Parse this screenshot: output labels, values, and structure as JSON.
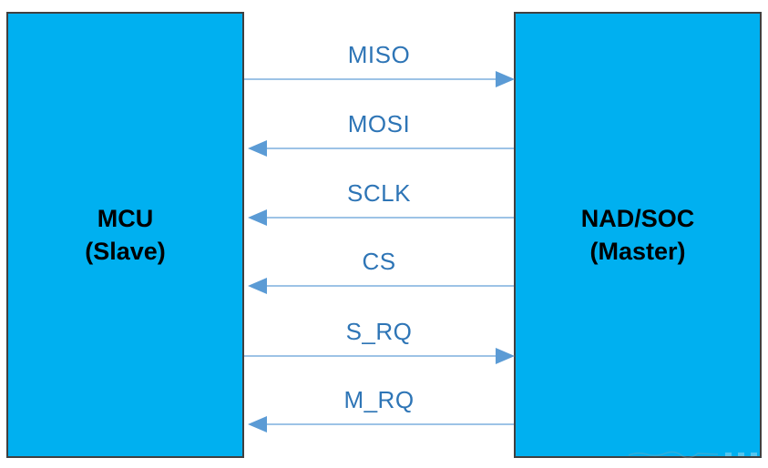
{
  "diagram": {
    "left_block": {
      "title": "MCU",
      "subtitle": "(Slave)"
    },
    "right_block": {
      "title": "NAD/SOC",
      "subtitle": "(Master)"
    },
    "signals": [
      {
        "label": "MISO",
        "direction": "right"
      },
      {
        "label": "MOSI",
        "direction": "left"
      },
      {
        "label": "SCLK",
        "direction": "left"
      },
      {
        "label": "CS",
        "direction": "left"
      },
      {
        "label": "S_RQ",
        "direction": "right"
      },
      {
        "label": "M_RQ",
        "direction": "left"
      }
    ],
    "colors": {
      "block_fill": "#00B0F0",
      "block_border": "#404040",
      "block_text": "#000000",
      "signal_label": "#2E75B6",
      "arrow_line": "#9DC3E6",
      "arrow_head": "#5B9BD5"
    }
  }
}
